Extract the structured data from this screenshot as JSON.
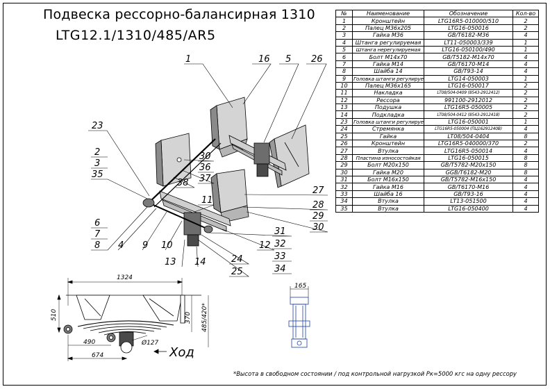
{
  "title": {
    "line1": "Подвеска рессорно-балансирная 1310",
    "line2": "LTG12.1/1310/485/AR5"
  },
  "table": {
    "headers": [
      "№",
      "Наименование",
      "Обозначение",
      "Кол-во"
    ],
    "rows": [
      {
        "no": "1",
        "name": "Кронштейн",
        "code": "LTG16R5-010000/510",
        "qty": "2"
      },
      {
        "no": "2",
        "name": "Палец M36х205",
        "code": "LTG16-050016",
        "qty": "2"
      },
      {
        "no": "3",
        "name": "Гайка M36",
        "code": "GB/T6182-M36",
        "qty": "4"
      },
      {
        "no": "4",
        "name": "Штанга регулируемая",
        "code": "LT11-050003/339",
        "qty": "1"
      },
      {
        "no": "5",
        "name": "Штанга нерегулируемая",
        "code": "LTG16-050100/490",
        "qty": "1"
      },
      {
        "no": "6",
        "name": "Болт M14х70",
        "code": "GB/T5182-M14х70",
        "qty": "4"
      },
      {
        "no": "7",
        "name": "Гайка M14",
        "code": "GB/T6170-M14",
        "qty": "4"
      },
      {
        "no": "8",
        "name": "Шайба 14",
        "code": "GB/T93-14",
        "qty": "4"
      },
      {
        "no": "9",
        "name": "Головка штанги регулируемой",
        "code": "LTG14-050003",
        "qty": "1"
      },
      {
        "no": "10",
        "name": "Палец M36х165",
        "code": "LTG16-050017",
        "qty": "2"
      },
      {
        "no": "11",
        "name": "Накладка",
        "code": "LT08/504-0409 (8543-2912412)",
        "qty": "2"
      },
      {
        "no": "12",
        "name": "Рессора",
        "code": "991100-2912012",
        "qty": "2"
      },
      {
        "no": "13",
        "name": "Подушка",
        "code": "LTG16R5-050005",
        "qty": "2"
      },
      {
        "no": "14",
        "name": "Подкладка",
        "code": "LT08/504-0412 (8543-2912418)",
        "qty": "2"
      },
      {
        "no": "23",
        "name": "Головка штанги регулируемой",
        "code": "LTG16-050001",
        "qty": "1"
      },
      {
        "no": "24",
        "name": "Стремянка",
        "code": "LTG16R5-050004 (ПЦ16291240В)",
        "qty": "4"
      },
      {
        "no": "25",
        "name": "Гайка",
        "code": "LT08/504-0404",
        "qty": "8"
      },
      {
        "no": "26",
        "name": "Кронштейн",
        "code": "LTG16R5-040000/370",
        "qty": "2"
      },
      {
        "no": "27",
        "name": "Втулка",
        "code": "LTG16R5-050014",
        "qty": "4"
      },
      {
        "no": "28",
        "name": "Пластина износостойкая",
        "code": "LTG16-050015",
        "qty": "8"
      },
      {
        "no": "29",
        "name": "Болт M20х150",
        "code": "GB/T5782-M20х150",
        "qty": "8"
      },
      {
        "no": "30",
        "name": "Гайка M20",
        "code": "GGB/T6182-M20",
        "qty": "8"
      },
      {
        "no": "31",
        "name": "Болт M16х150",
        "code": "GB/T5782-M16х150",
        "qty": "4"
      },
      {
        "no": "32",
        "name": "Гайка M16",
        "code": "GB/T6170-M16",
        "qty": "4"
      },
      {
        "no": "33",
        "name": "Шайба 16",
        "code": "GB/T93-16",
        "qty": "4"
      },
      {
        "no": "34",
        "name": "Втулка",
        "code": "LT13-051500",
        "qty": "4"
      },
      {
        "no": "35",
        "name": "Втулка",
        "code": "LTG16-050400",
        "qty": "4"
      }
    ]
  },
  "callouts": {
    "c1": "1",
    "c16": "16",
    "c5": "5",
    "c26": "26",
    "c23": "23",
    "c2": "2",
    "c3": "3",
    "c35": "35",
    "c30a": "30",
    "c36": "36",
    "c37": "37",
    "c38": "38",
    "c27": "27",
    "c11": "11",
    "c28": "28",
    "c29": "29",
    "c30b": "30",
    "c6": "6",
    "c7": "7",
    "c8": "8",
    "c4": "4",
    "c9": "9",
    "c10": "10",
    "c13": "13",
    "c14": "14",
    "c24": "24",
    "c25": "25",
    "c12": "12",
    "c31": "31",
    "c32": "32",
    "c33": "33",
    "c34": "34"
  },
  "dimensions": {
    "width_total": "1324",
    "height_left": "510",
    "height_right": "370",
    "height_free": "485/420*",
    "pivot": "490",
    "base": "674",
    "diameter": "Ø127",
    "side_width": "165"
  },
  "direction_label": "Ход",
  "footnote": "*Высота в свободном состоянии / под контрольной нагрузкой Pк=5000 кгс на одну рессору",
  "colors": {
    "line": "#000000",
    "part_fill": "#d4d4d4",
    "part_dark": "#8a8a8a",
    "side_view_blue": "#1a3fa8"
  }
}
